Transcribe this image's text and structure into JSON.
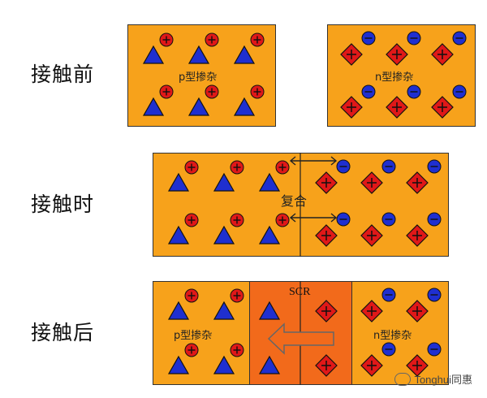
{
  "rows": {
    "before": "接触前",
    "contact": "接触时",
    "after": "接触后"
  },
  "doping": {
    "p_type": "p型掺杂",
    "n_type": "n型掺杂"
  },
  "recombination_label": "复合",
  "scr_label": "SCR",
  "watermark": "Tonghui同惠",
  "colors": {
    "box_orange": "#F7A21B",
    "scr_orange": "#F26A1B",
    "acceptor_blue": "#1F2FD0",
    "donor_red": "#E01818",
    "hole_red": "#E01818",
    "electron_blue": "#1F2FD0"
  }
}
